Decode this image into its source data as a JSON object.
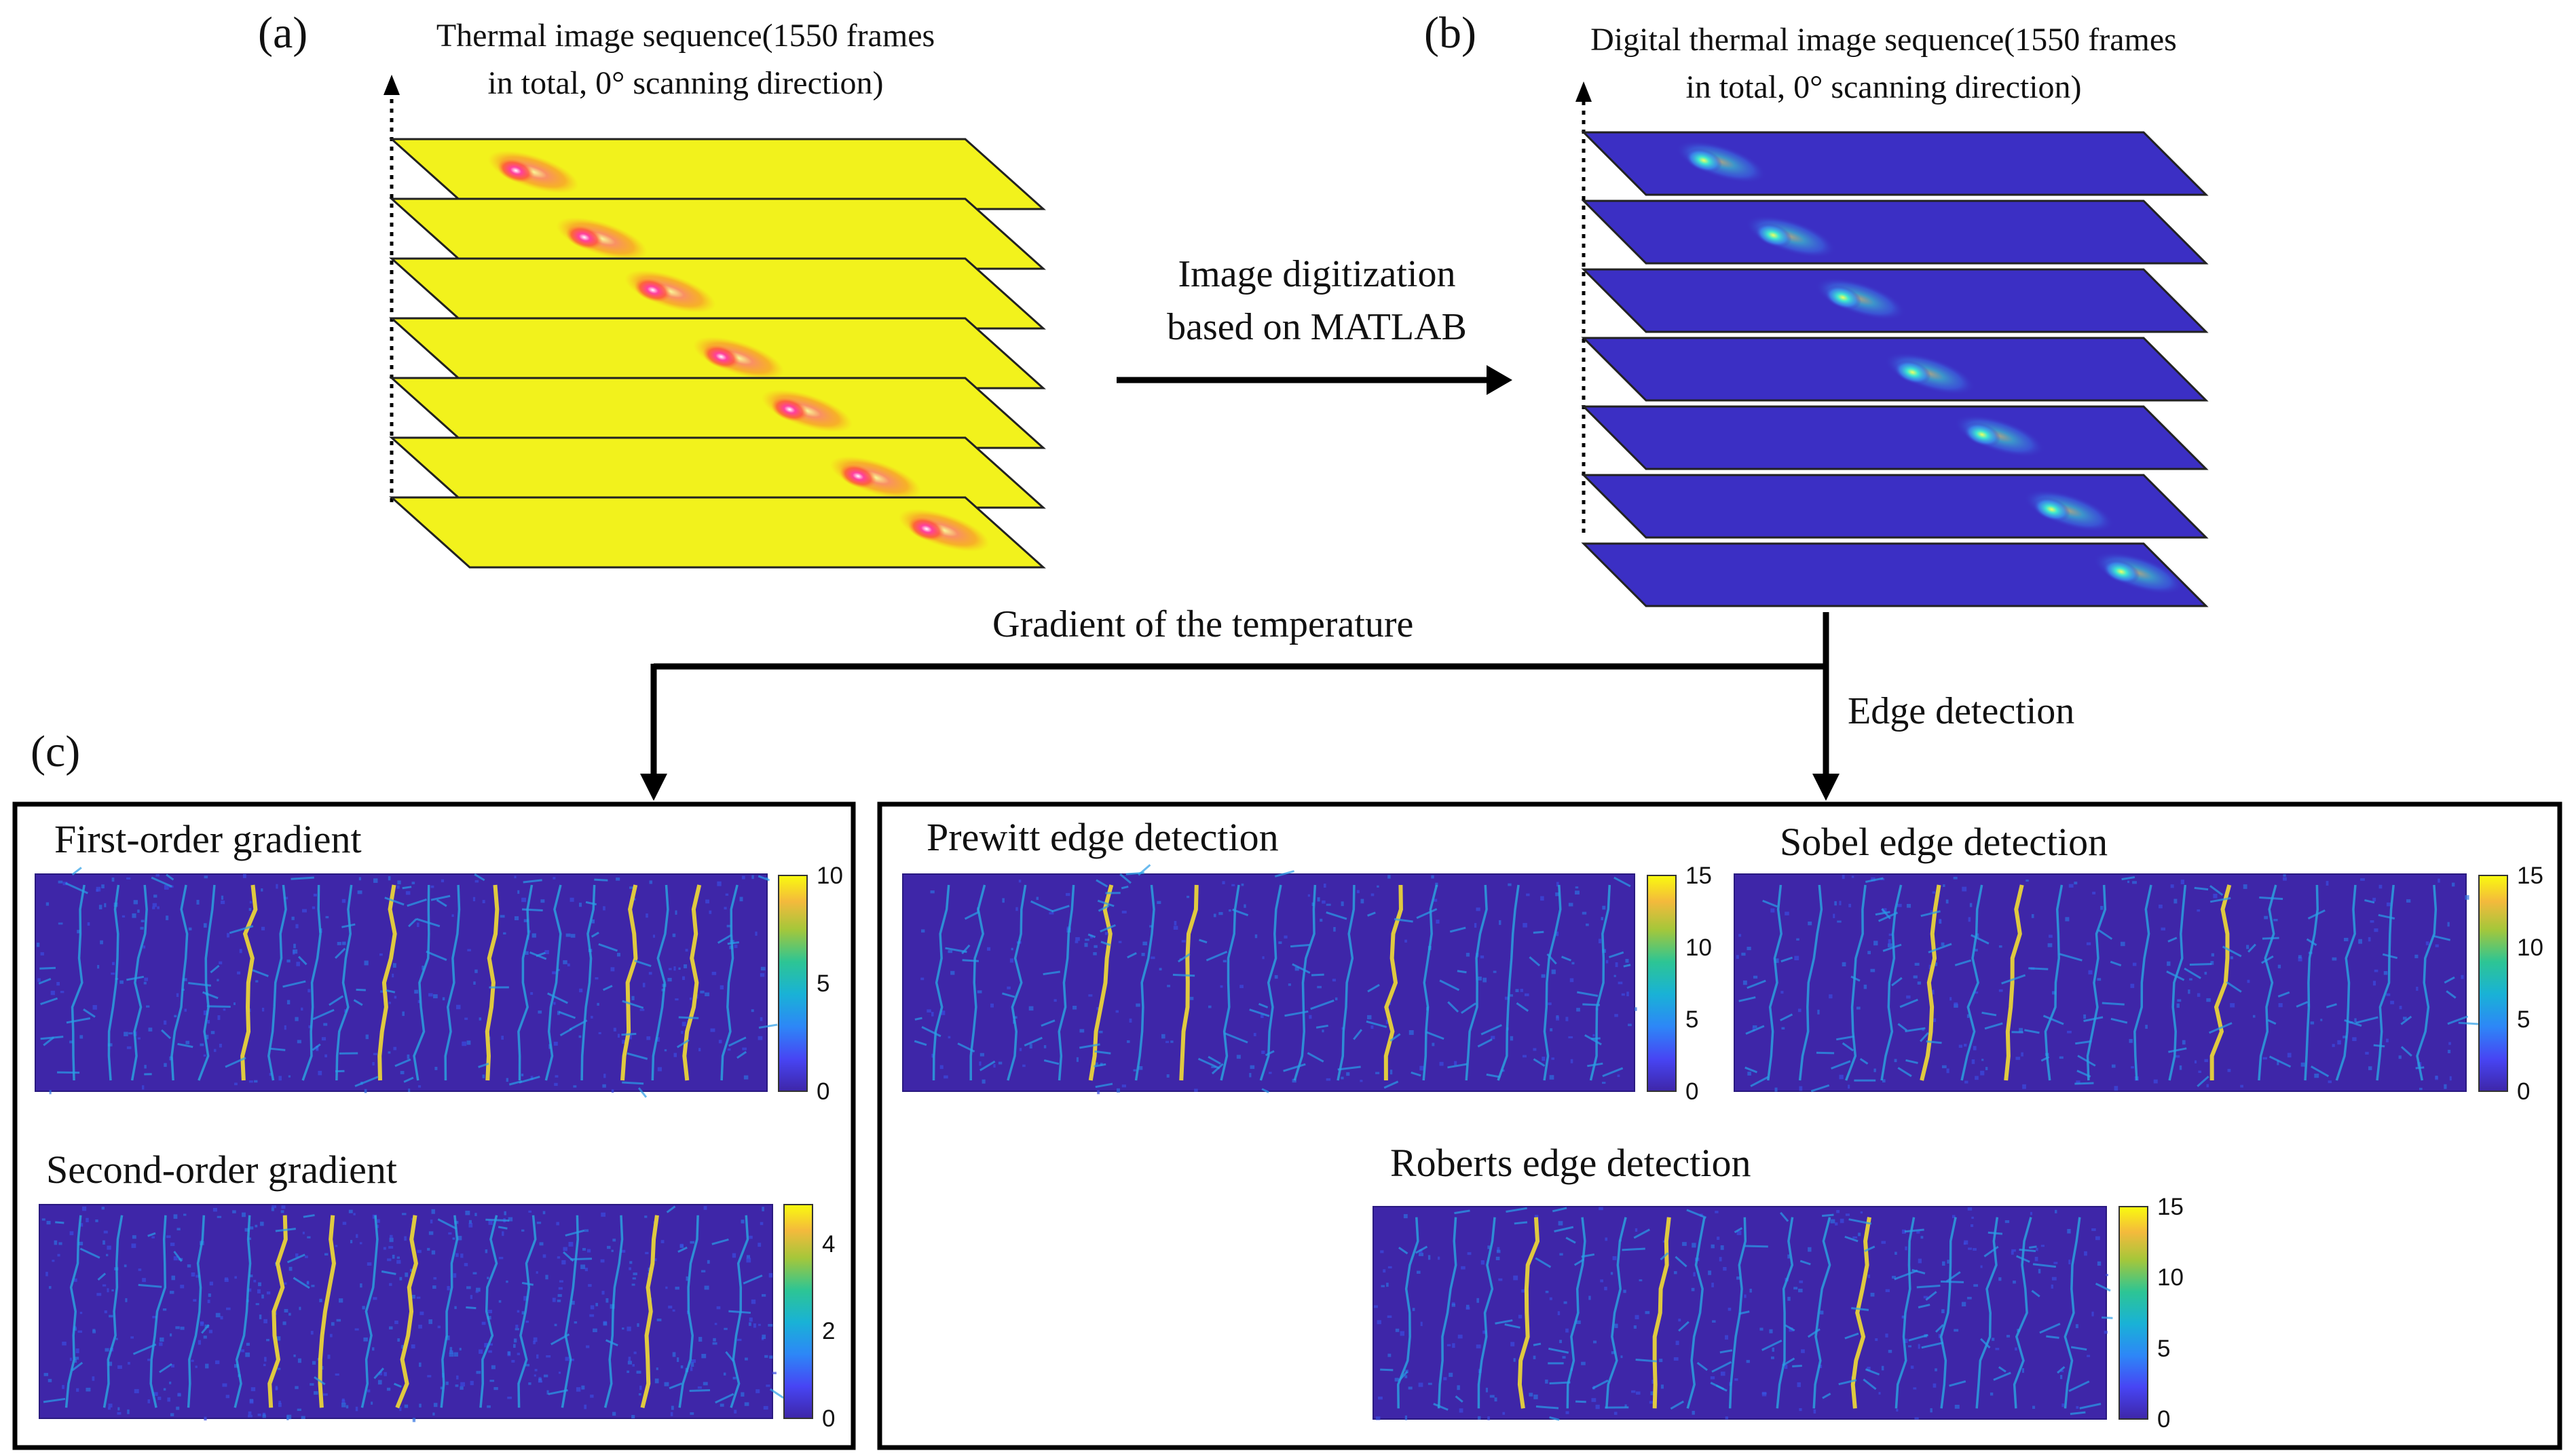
{
  "panels": {
    "a": {
      "letter": "(a)",
      "title_line1": "Thermal image sequence(1550 frames",
      "title_line2": "in total, 0° scanning direction)",
      "layers": 7,
      "base_color": "#f2f21c",
      "hot_color": "#ff3a4a"
    },
    "b": {
      "letter": "(b)",
      "title_line1": "Digital thermal image sequence(1550 frames",
      "title_line2": "in total, 0° scanning direction)",
      "layers": 7,
      "base_color": "#3b2fc4",
      "hot_color": "#4ee0c0"
    },
    "c": {
      "letter": "(c)"
    }
  },
  "arrows": {
    "digitization_line1": "Image digitization",
    "digitization_line2": "based on MATLAB",
    "gradient_label": "Gradient of the temperature",
    "edge_label": "Edge detection"
  },
  "results": {
    "first_order": {
      "title": "First-order gradient",
      "ticks": [
        "10",
        "5",
        "0"
      ]
    },
    "second_order": {
      "title": "Second-order gradient",
      "ticks": [
        "4",
        "2",
        "0"
      ]
    },
    "prewitt": {
      "title": "Prewitt edge detection",
      "ticks": [
        "15",
        "10",
        "5",
        "0"
      ]
    },
    "sobel": {
      "title": "Sobel edge detection",
      "ticks": [
        "15",
        "10",
        "5",
        "0"
      ]
    },
    "roberts": {
      "title": "Roberts edge detection",
      "ticks": [
        "15",
        "10",
        "5",
        "0"
      ]
    }
  },
  "colors": {
    "parula_dark": "#3e26a8",
    "parula_yellow": "#f9fb0e",
    "line": "#000000"
  }
}
